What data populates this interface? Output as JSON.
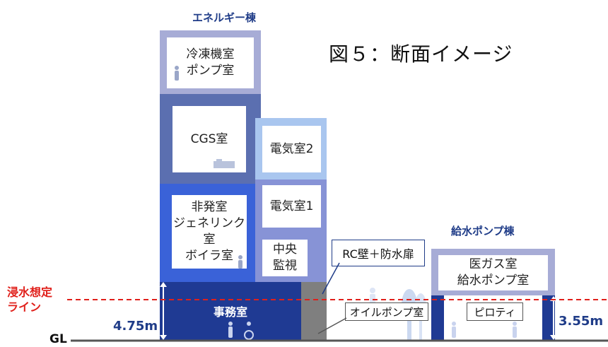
{
  "figure_title": "図５：断面イメージ",
  "energy_building": {
    "title": "エネルギー棟",
    "rooms": {
      "refrigerator": "冷凍機室\nポンプ室",
      "cgs": "CGS室",
      "generator": "非発室\nジェネリンク室\nボイラ室",
      "office": "事務室",
      "electric2": "電気室2",
      "electric1": "電気室1",
      "central": "中央\n監視"
    },
    "height_label": "4.75m"
  },
  "pump_building": {
    "title": "給水ポンプ棟",
    "upper_room": "医ガス室\n給水ポンプ室",
    "pilotis": "ピロティ",
    "height_label": "3.55m"
  },
  "callouts": {
    "rc_wall": "RC壁＋防水扉",
    "oil_pump": "オイルポンプ室"
  },
  "flood_line": {
    "label_line1": "浸水想定",
    "label_line2": "ライン",
    "color": "#e0201b"
  },
  "ground_label": "GL",
  "colors": {
    "dark_navy": "#1f3a93",
    "mid_blue": "#3a62d8",
    "slate_blue": "#5b6fb0",
    "lavender": "#a7acd6",
    "light_blue": "#a9c6ef",
    "periwinkle": "#8793d6",
    "gray": "#7f7f7f"
  }
}
